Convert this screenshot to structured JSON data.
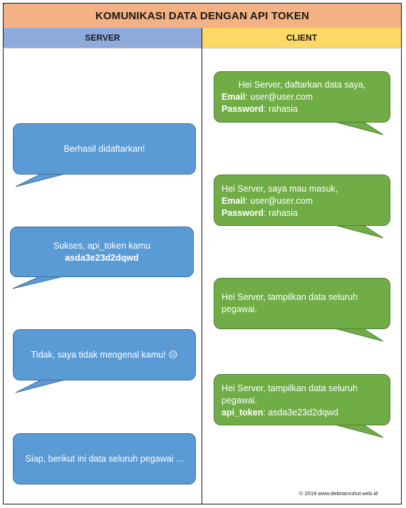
{
  "title": "KOMUNIKASI DATA DENGAN API TOKEN",
  "columns": {
    "server": "SERVER",
    "client": "CLIENT"
  },
  "client_messages": [
    {
      "line1": "Hei Server, daftarkan data saya,",
      "email_label": "Email",
      "email_value": ": user@user.com",
      "password_label": "Password",
      "password_value": ": rahasia"
    },
    {
      "line1": "Hei Server, saya mau masuk,",
      "email_label": "Email",
      "email_value": ": user@user.com",
      "password_label": "Password",
      "password_value": ": rahasia"
    },
    {
      "line1": "Hei Server, tampilkan data seluruh",
      "line2": "pegawai."
    },
    {
      "line1": "Hei Server, tampilkan data seluruh",
      "line2": "pegawai.",
      "token_label": "api_token",
      "token_value": ": asda3e23d2dqwd"
    }
  ],
  "server_messages": [
    {
      "text": "Berhasil didaftarkan!"
    },
    {
      "line1": "Sukses, api_token kamu",
      "token": "asda3e23d2dqwd"
    },
    {
      "text": "Tidak, saya tidak mengenal kamu! ☹"
    },
    {
      "text": "Siap, berikut ini data seluruh pegawai ..."
    }
  ],
  "footer": "© 2019 www.debrianruhut.web.id",
  "colors": {
    "title_bg": "#f4b183",
    "server_header_bg": "#8faadc",
    "client_header_bg": "#ffd966",
    "server_bubble": "#5b9bd5",
    "client_bubble": "#70ad47"
  }
}
